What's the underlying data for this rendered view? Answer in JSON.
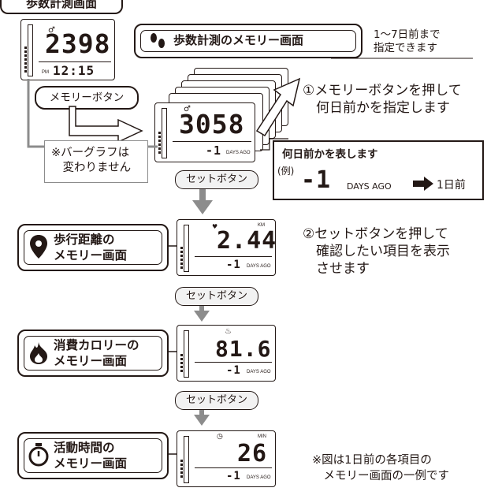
{
  "title_tab": "歩数計測画面",
  "top_display": {
    "steps": "2398",
    "time_prefix": "PM",
    "time": "12:15"
  },
  "memory_button_label": "メモリーボタン",
  "memory_screen_title": "歩数計測のメモリー画面",
  "hint_days": "1～7日前まで\n指定できます",
  "step1_text": "①メモリーボタンを押して\n　何日前かを指定します",
  "memory_display": {
    "value": "3058",
    "days_value": "-1",
    "days_unit": "DAYS AGO"
  },
  "bargraph_note": "※バーグラフは\n　変わりません",
  "days_explain": {
    "title": "何日前かを表します",
    "example_label": "(例)",
    "example_value": "-1",
    "example_unit": "DAYS AGO",
    "result": "1日前"
  },
  "set_button_label": "セットボタン",
  "step2_text": "②セットボタンを押して\n　確認したい項目を表示\n　させます",
  "screens": [
    {
      "label": "歩行距離の\nメモリー画面",
      "unit": "KM",
      "value": "2.44",
      "days_value": "-1",
      "days_unit": "DAYS AGO",
      "icon": "location-pin-icon"
    },
    {
      "label": "消費カロリーの\nメモリー画面",
      "unit": "",
      "value": "81.6",
      "days_value": "-1",
      "days_unit": "DAYS AGO",
      "icon": "flame-icon"
    },
    {
      "label": "活動時間の\nメモリー画面",
      "unit": "MIN",
      "value": "26",
      "days_value": "-1",
      "days_unit": "DAYS AGO",
      "icon": "stopwatch-icon"
    }
  ],
  "bottom_note": "※図は1日前の各項目の\n　メモリー画面の一例です",
  "colors": {
    "ink": "#231815",
    "gray": "#8c8c8c",
    "pill": "#f2f2f2"
  }
}
